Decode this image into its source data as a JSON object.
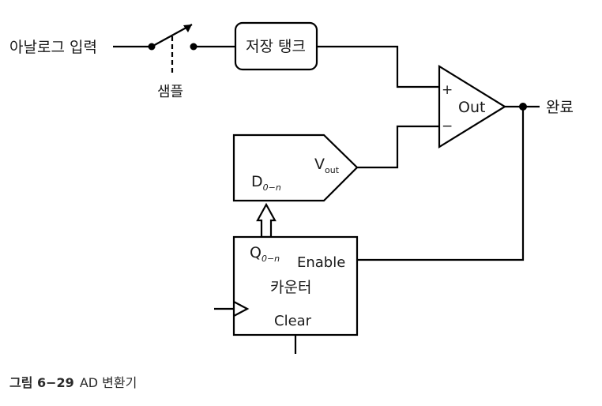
{
  "diagram": {
    "labels": {
      "analog_input": "아날로그 입력",
      "sample": "샘플",
      "storage_tank": "저장 탱크",
      "plus_sign": "+",
      "minus_sign": "−",
      "comparator_out": "Out",
      "done": "완료",
      "dac_vout_main": "V",
      "dac_vout_sub": "out",
      "dac_input_main": "D",
      "dac_input_sub": "0−n",
      "counter_q_main": "Q",
      "counter_q_sub": "0−n",
      "counter_enable": "Enable",
      "counter_name": "카운터",
      "counter_clear": "Clear"
    }
  },
  "caption": {
    "figure_number": "그림 6−29",
    "title": "AD 변환기"
  }
}
